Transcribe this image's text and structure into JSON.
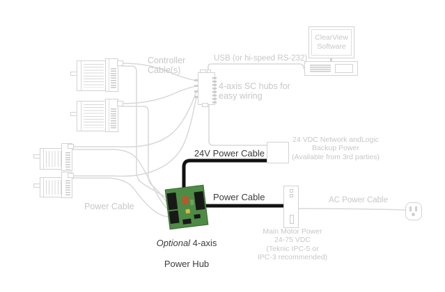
{
  "colors": {
    "outline": "#d2d2d2",
    "label_light": "#c7c7c7",
    "label_dark": "#3b3b3b",
    "cable_black": "#121212",
    "pcb_green": "#4e8b46"
  },
  "labels": {
    "controller_cables": "Controller\nCable(s)",
    "usb": "USB (or hi-speed RS-232)",
    "clearview": "ClearView\nSoftware",
    "sc_hub": "4-axis SC hubs for\neasy wiring",
    "vdc_backup": "24 VDC Network andLogic\nBackup Power\n(Available from 3rd parties)",
    "cable_24v": "24V Power Cable",
    "power_cable": "Power Cable",
    "power_cable_motors": "Power Cable",
    "ac_power_cable": "AC Power Cable",
    "power_hub": {
      "optional": "Optional",
      "rest": " 4-axis",
      "line2": "Power Hub"
    },
    "main_motor_power": "Main Motor Power\n24-75 VDC\n(Teknic IPC-5 or\nIPC-3 recommended)"
  }
}
